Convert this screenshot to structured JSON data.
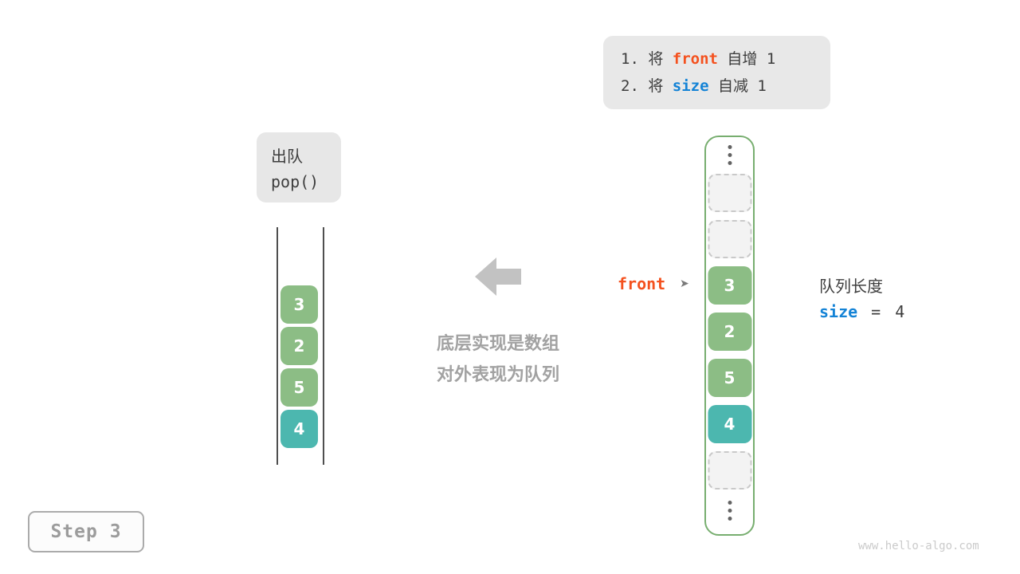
{
  "instruction_box": {
    "lines": [
      {
        "prefix": "1. 将 ",
        "code": "front",
        "suffix": " 自增 1"
      },
      {
        "prefix": "2. 将 ",
        "code": "size",
        "suffix": " 自减 1"
      }
    ]
  },
  "pop_box": {
    "title": "出队",
    "code": "pop()"
  },
  "left_queue": {
    "cells": [
      "3",
      "2",
      "5",
      "4"
    ]
  },
  "right_array": {
    "cells": [
      "3",
      "2",
      "5",
      "4"
    ]
  },
  "front_pointer": {
    "label": "front",
    "arrow_glyph": "➤"
  },
  "mid_caption": {
    "line1": "底层实现是数组",
    "line2": "对外表现为队列"
  },
  "queue_length": {
    "title": "队列长度",
    "code": "size",
    "equals": "=",
    "value": "4"
  },
  "step_badge": "Step 3",
  "watermark": "www.hello-algo.com",
  "colors": {
    "cell_green": "#8cbd85",
    "cell_teal": "#4cb7af",
    "code_orange": "#f4511e",
    "code_blue": "#1483d6",
    "box_gray": "#e8e8e8",
    "array_border_green": "#77ae6f",
    "arrow_gray": "#c2c2c2"
  }
}
